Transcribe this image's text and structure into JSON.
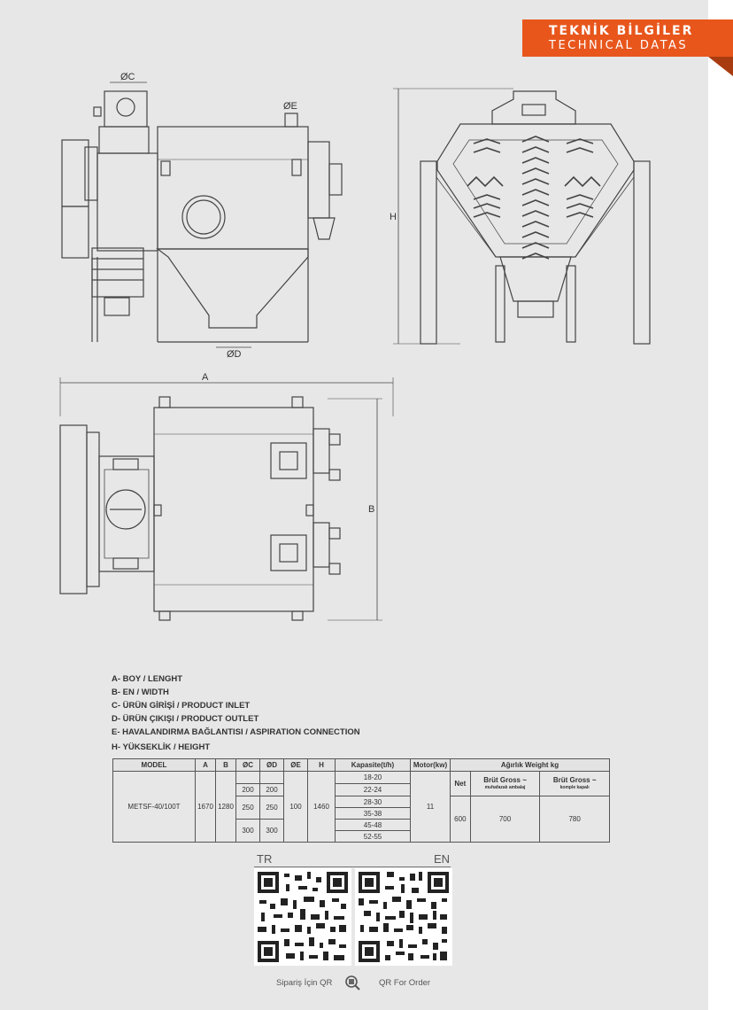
{
  "header": {
    "title_tr": "TEKNİK BİLGİLER",
    "title_en": "TECHNICAL DATAS",
    "accent": "#e8561c"
  },
  "drawing_labels": {
    "c": "ØC",
    "e": "ØE",
    "d": "ØD",
    "h": "H",
    "a": "A",
    "b": "B"
  },
  "legend": [
    "A- BOY / LENGHT",
    "B- EN / WIDTH",
    "C- ÜRÜN GİRİŞİ / PRODUCT INLET",
    "D- ÜRÜN ÇIKIŞI / PRODUCT OUTLET",
    "E- HAVALANDIRMA BAĞLANTISI / ASPIRATION CONNECTION",
    "H- YÜKSEKLİK / HEIGHT"
  ],
  "table": {
    "headers": [
      "MODEL",
      "A",
      "B",
      "ØC",
      "ØD",
      "ØE",
      "H",
      "Kapasite(t/h)",
      "Motor(kw)",
      "Ağırlık Weight kg"
    ],
    "weight_subheaders": [
      {
        "main": "Net",
        "sub": ""
      },
      {
        "main": "Brüt Gross ~",
        "sub": "muhafazalı ambalaj"
      },
      {
        "main": "Brüt Gross ~",
        "sub": "komple kapalı"
      }
    ],
    "model": "METSF-40/100T",
    "a": "1670",
    "b": "1280",
    "c_values": [
      "200",
      "250",
      "300"
    ],
    "d_values": [
      "200",
      "250",
      "300"
    ],
    "e": "100",
    "h": "1460",
    "capacity": [
      "18-20",
      "22-24",
      "28-30",
      "35-38",
      "45-48",
      "52-55"
    ],
    "motor": "11",
    "weights": [
      "600",
      "700",
      "780"
    ]
  },
  "qr": {
    "tr_label": "TR",
    "en_label": "EN",
    "order_tr": "Sipariş İçin QR",
    "order_en": "QR For Order"
  }
}
